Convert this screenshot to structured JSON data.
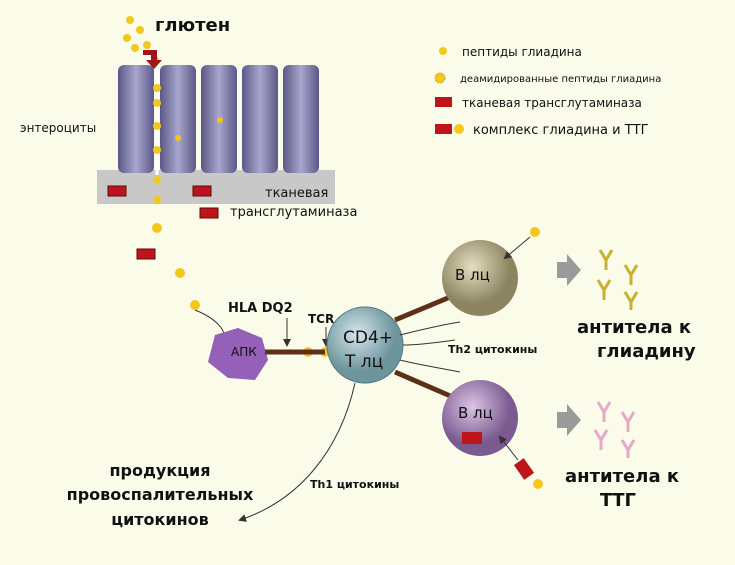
{
  "title": "глютен",
  "labels": {
    "enterocytes": "энтероциты",
    "ttg_line1": "тканевая",
    "ttg_line2": "трансглутаминаза",
    "hla": "HLA DQ2",
    "tcr": "TCR",
    "apc": "АПК",
    "cd4_line1": "CD4+",
    "cd4_line2": "Т лц",
    "b_cell_top": "В лц",
    "b_cell_bottom": "В лц",
    "th2": "Th2 цитокины",
    "th1": "Th1 цитокины",
    "antibodies_gliadin_line1": "антитела к",
    "antibodies_gliadin_line2": "глиадину",
    "antibodies_ttg_line1": "антитела к",
    "antibodies_ttg_line2": "ТТГ",
    "production_line1": "продукция",
    "production_line2": "провоспалительных",
    "production_line3": "цитокинов"
  },
  "legend": [
    {
      "icon": "peptide-dot-icon",
      "label": "пептиды глиадина"
    },
    {
      "icon": "deamidated-peptide-star-icon",
      "label": "деамидированные пептиды глиадина"
    },
    {
      "icon": "ttg-red-block-icon",
      "label": "тканевая трансглутаминаза"
    },
    {
      "icon": "complex-block-star-icon",
      "label": "комплекс глиадина и ТТГ"
    }
  ],
  "colors": {
    "background": "#fbfbe9",
    "peptide": "#f2c81e",
    "ttg": "#c0141c",
    "enterocyte": "#6e6a98"
  }
}
